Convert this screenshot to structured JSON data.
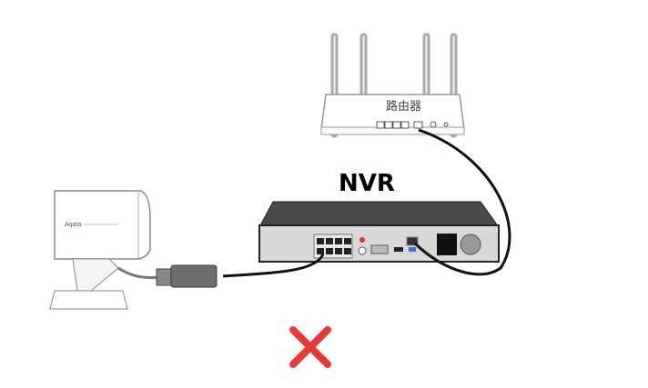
{
  "router": {
    "label": "路由器"
  },
  "nvr": {
    "title": "NVR"
  },
  "camera": {
    "brand": "Aqara"
  },
  "status": {
    "icon": "cross-icon",
    "color": "#e53935"
  }
}
